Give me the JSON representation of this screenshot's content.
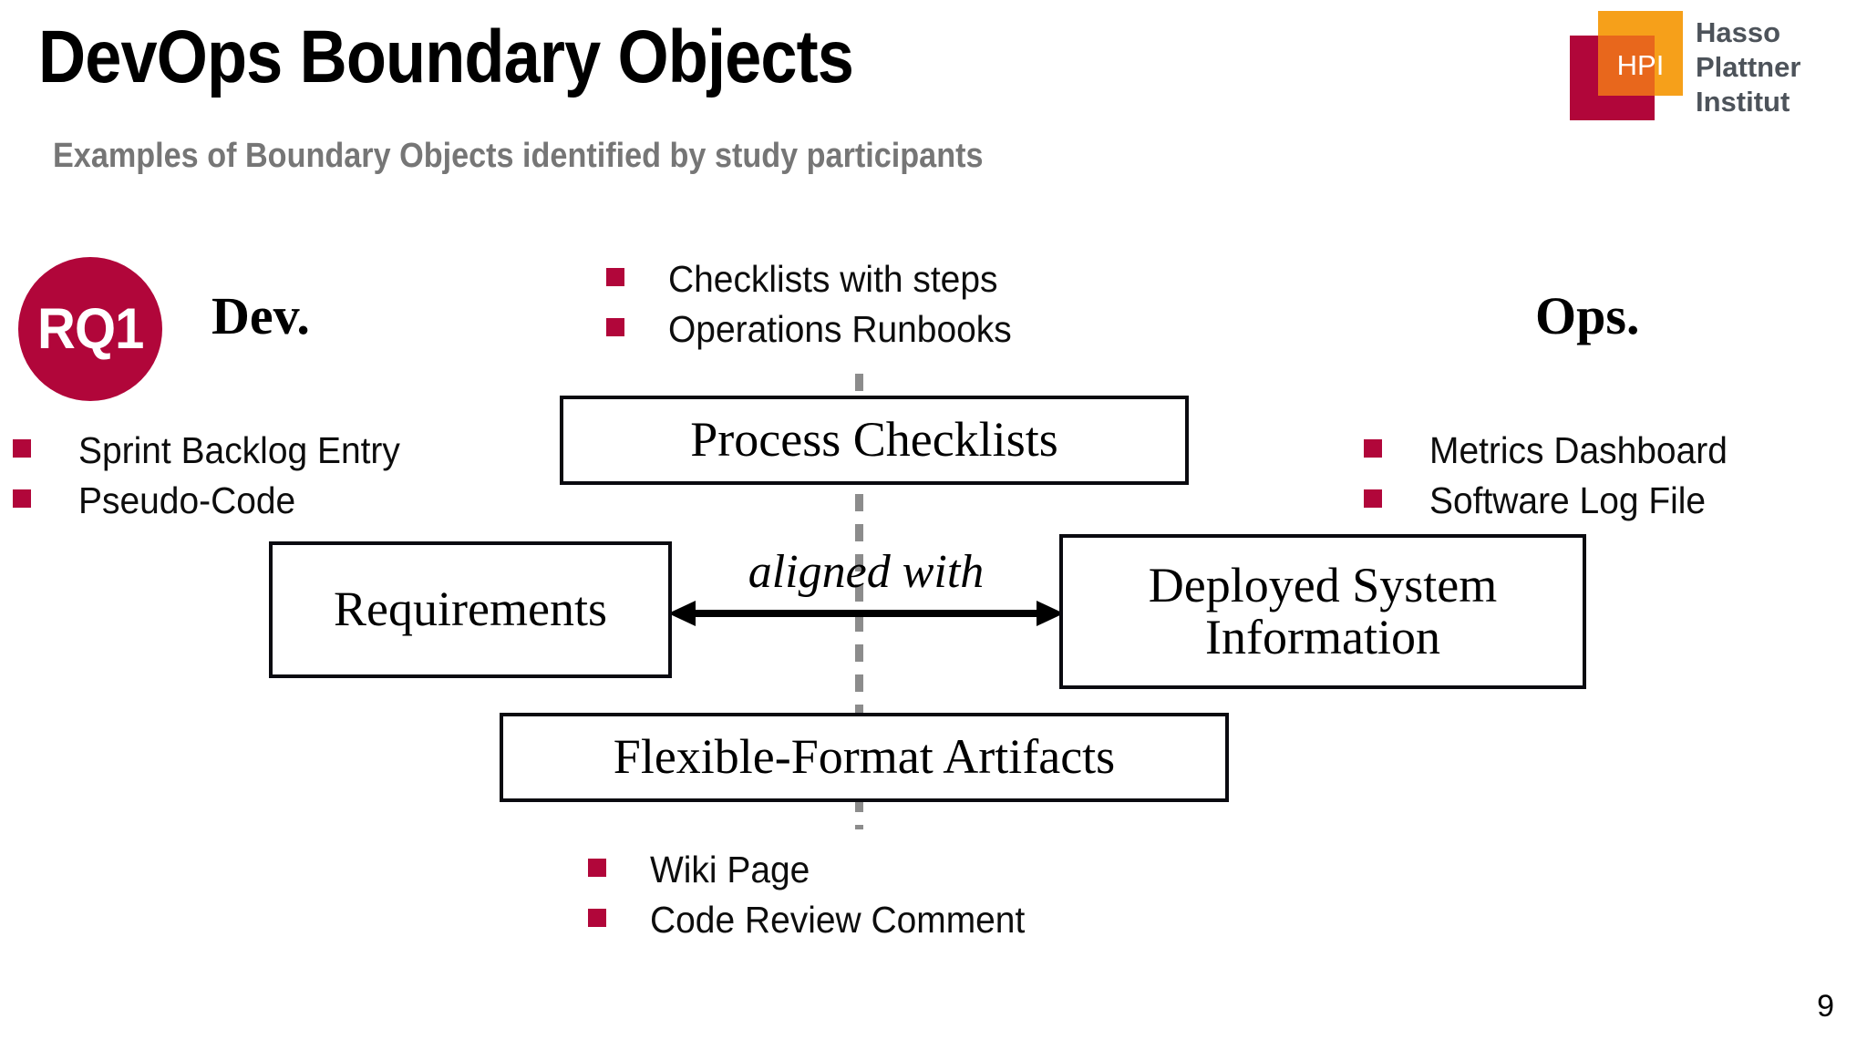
{
  "slide": {
    "title": "DevOps Boundary Objects",
    "subtitle": "Examples of Boundary Objects identified by study participants",
    "page_number": "9",
    "accent_crimson": "#B1063A",
    "accent_orange": "#F6A01A",
    "accent_orange_dark": "#E8671C",
    "subtitle_gray": "#767676",
    "divider_gray": "#8C8C8C"
  },
  "logo": {
    "mark_text": "HPI",
    "wordmark_line1": "Hasso",
    "wordmark_line2": "Plattner",
    "wordmark_line3": "Institut"
  },
  "badge": {
    "label": "RQ1"
  },
  "headings": {
    "left": "Dev.",
    "right": "Ops."
  },
  "lists": {
    "top": {
      "items": [
        "Checklists with steps",
        "Operations Runbooks"
      ]
    },
    "left": {
      "items": [
        "Sprint Backlog Entry",
        "Pseudo-Code"
      ]
    },
    "right": {
      "items": [
        "Metrics Dashboard",
        "Software Log File"
      ]
    },
    "bottom": {
      "items": [
        "Wiki Page",
        "Code Review Comment"
      ]
    }
  },
  "diagram": {
    "boxes": [
      {
        "id": "process-checklists",
        "label": "Process Checklists"
      },
      {
        "id": "requirements",
        "label": "Requirements"
      },
      {
        "id": "deployed-system",
        "label": "Deployed System Information"
      },
      {
        "id": "flexible-artifacts",
        "label": "Flexible-Format Artifacts"
      }
    ],
    "arrow_label": "aligned with"
  }
}
